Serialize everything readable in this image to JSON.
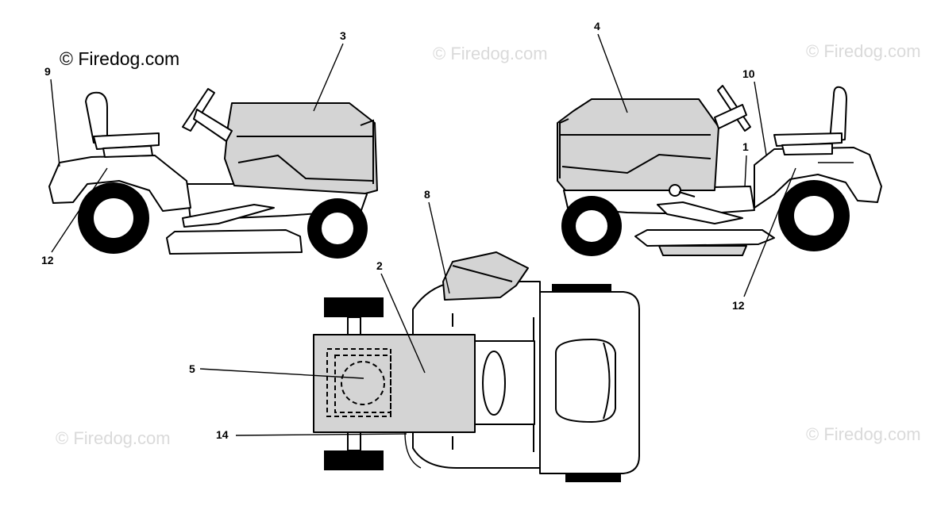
{
  "copyright": "© Firedog.com",
  "watermark": "© Firedog.com",
  "callouts": {
    "c1": "1",
    "c2": "2",
    "c3": "3",
    "c4": "4",
    "c5": "5",
    "c8": "8",
    "c9": "9",
    "c10": "10",
    "c12a": "12",
    "c12b": "12",
    "c14": "14"
  },
  "colors": {
    "decal": "#d4d4d4",
    "line": "#000000",
    "watermark": "#dadada"
  }
}
